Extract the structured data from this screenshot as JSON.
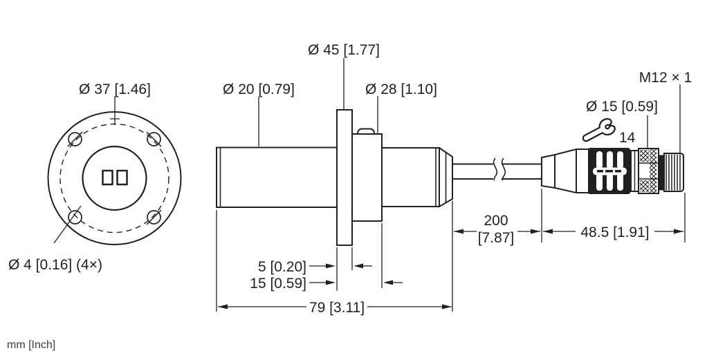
{
  "drawing": {
    "type": "technical-dimension-drawing",
    "front_view": {
      "bolt_circle_label": "Ø 37 [1.46]",
      "mounting_hole_label": "Ø 4 [0.16] (4×)"
    },
    "side_view": {
      "barrel_dia_label": "Ø 20 [0.79]",
      "flange_dia_label": "Ø 45 [1.77]",
      "body_dia_label": "Ø 28 [1.10]",
      "dim_flange_thickness": "5 [0.20]",
      "dim_flange_section": "15 [0.59]",
      "dim_total_length": "79 [3.11]"
    },
    "cable": {
      "dim_length_mm": "200",
      "dim_length_inch": "[7.87]"
    },
    "connector": {
      "dim_length": "48.5 [1.91]",
      "thread_label": "M12 × 1",
      "nut_dia_label": "Ø 15 [0.59]",
      "wrench_size": "14"
    },
    "footer": {
      "units_note": "mm [Inch]"
    },
    "icons": {
      "wrench": "open-end-wrench-icon",
      "cable_break": "cable-break-icon"
    },
    "colors": {
      "line": "#231f20",
      "background": "#ffffff",
      "muted_text": "#3e3e3e"
    }
  }
}
